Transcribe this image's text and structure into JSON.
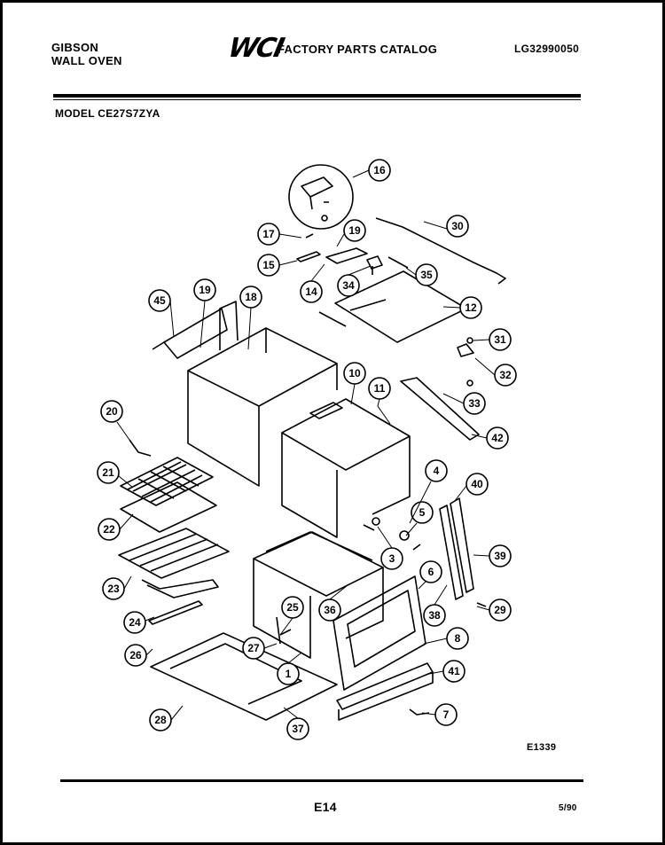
{
  "header": {
    "brand_line1": "GIBSON",
    "brand_line2": "WALL OVEN",
    "logo": "WCI",
    "catalog_title": "FACTORY PARTS CATALOG",
    "catalog_number": "LG32990050",
    "model": "MODEL CE27S7ZYA"
  },
  "callouts": [
    "16",
    "17",
    "19",
    "30",
    "15",
    "35",
    "14",
    "34",
    "12",
    "45",
    "19",
    "18",
    "31",
    "32",
    "10",
    "11",
    "33",
    "42",
    "20",
    "21",
    "22",
    "4",
    "40",
    "5",
    "3",
    "39",
    "23",
    "6",
    "25",
    "36",
    "29",
    "24",
    "38",
    "27",
    "26",
    "1",
    "8",
    "41",
    "28",
    "37",
    "7"
  ],
  "footer": {
    "diagram_code": "E1339",
    "page": "E14",
    "date": "5/90"
  }
}
